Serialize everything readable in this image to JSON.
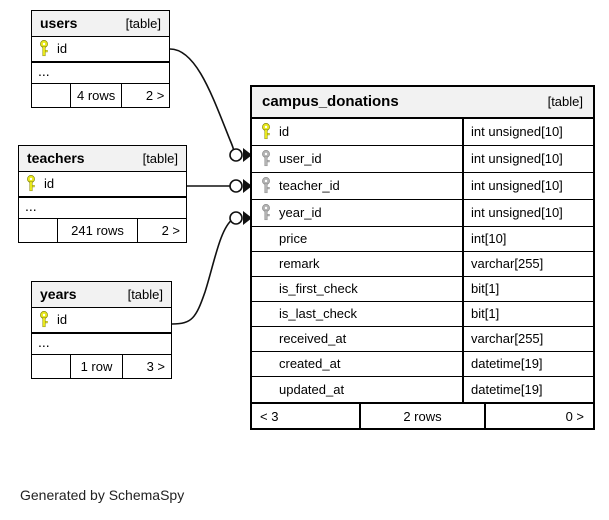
{
  "diagram": {
    "caption": "Generated by SchemaSpy",
    "table_tag": "[table]",
    "ellipsis": "...",
    "key_icon_primary": "key-icon-primary",
    "key_icon_foreign": "key-icon-foreign"
  },
  "related_tables": [
    {
      "name": "users",
      "tag": "[table]",
      "columns": [
        {
          "name": "id",
          "key": "primary"
        }
      ],
      "ellipsis": "...",
      "footer": {
        "left": "",
        "middle": "4 rows",
        "right": "2 >"
      }
    },
    {
      "name": "teachers",
      "tag": "[table]",
      "columns": [
        {
          "name": "id",
          "key": "primary"
        }
      ],
      "ellipsis": "...",
      "footer": {
        "left": "",
        "middle": "241 rows",
        "right": "2 >"
      }
    },
    {
      "name": "years",
      "tag": "[table]",
      "columns": [
        {
          "name": "id",
          "key": "primary"
        }
      ],
      "ellipsis": "...",
      "footer": {
        "left": "",
        "middle": "1 row",
        "right": "3 >"
      }
    }
  ],
  "main_table": {
    "name": "campus_donations",
    "tag": "[table]",
    "columns": [
      {
        "name": "id",
        "type": "int unsigned[10]",
        "key": "primary"
      },
      {
        "name": "user_id",
        "type": "int unsigned[10]",
        "key": "foreign"
      },
      {
        "name": "teacher_id",
        "type": "int unsigned[10]",
        "key": "foreign"
      },
      {
        "name": "year_id",
        "type": "int unsigned[10]",
        "key": "foreign"
      },
      {
        "name": "price",
        "type": "int[10]",
        "key": "none"
      },
      {
        "name": "remark",
        "type": "varchar[255]",
        "key": "none"
      },
      {
        "name": "is_first_check",
        "type": "bit[1]",
        "key": "none"
      },
      {
        "name": "is_last_check",
        "type": "bit[1]",
        "key": "none"
      },
      {
        "name": "received_at",
        "type": "varchar[255]",
        "key": "none"
      },
      {
        "name": "created_at",
        "type": "datetime[19]",
        "key": "none"
      },
      {
        "name": "updated_at",
        "type": "datetime[19]",
        "key": "none"
      }
    ],
    "footer": {
      "left": "< 3",
      "middle": "2 rows",
      "right": "0 >"
    }
  },
  "colors": {
    "primary_key": "#e8e81c",
    "foreign_key": "#b3b3b3",
    "header_bg": "#f2f2f2",
    "border": "#000000",
    "background": "#ffffff"
  }
}
